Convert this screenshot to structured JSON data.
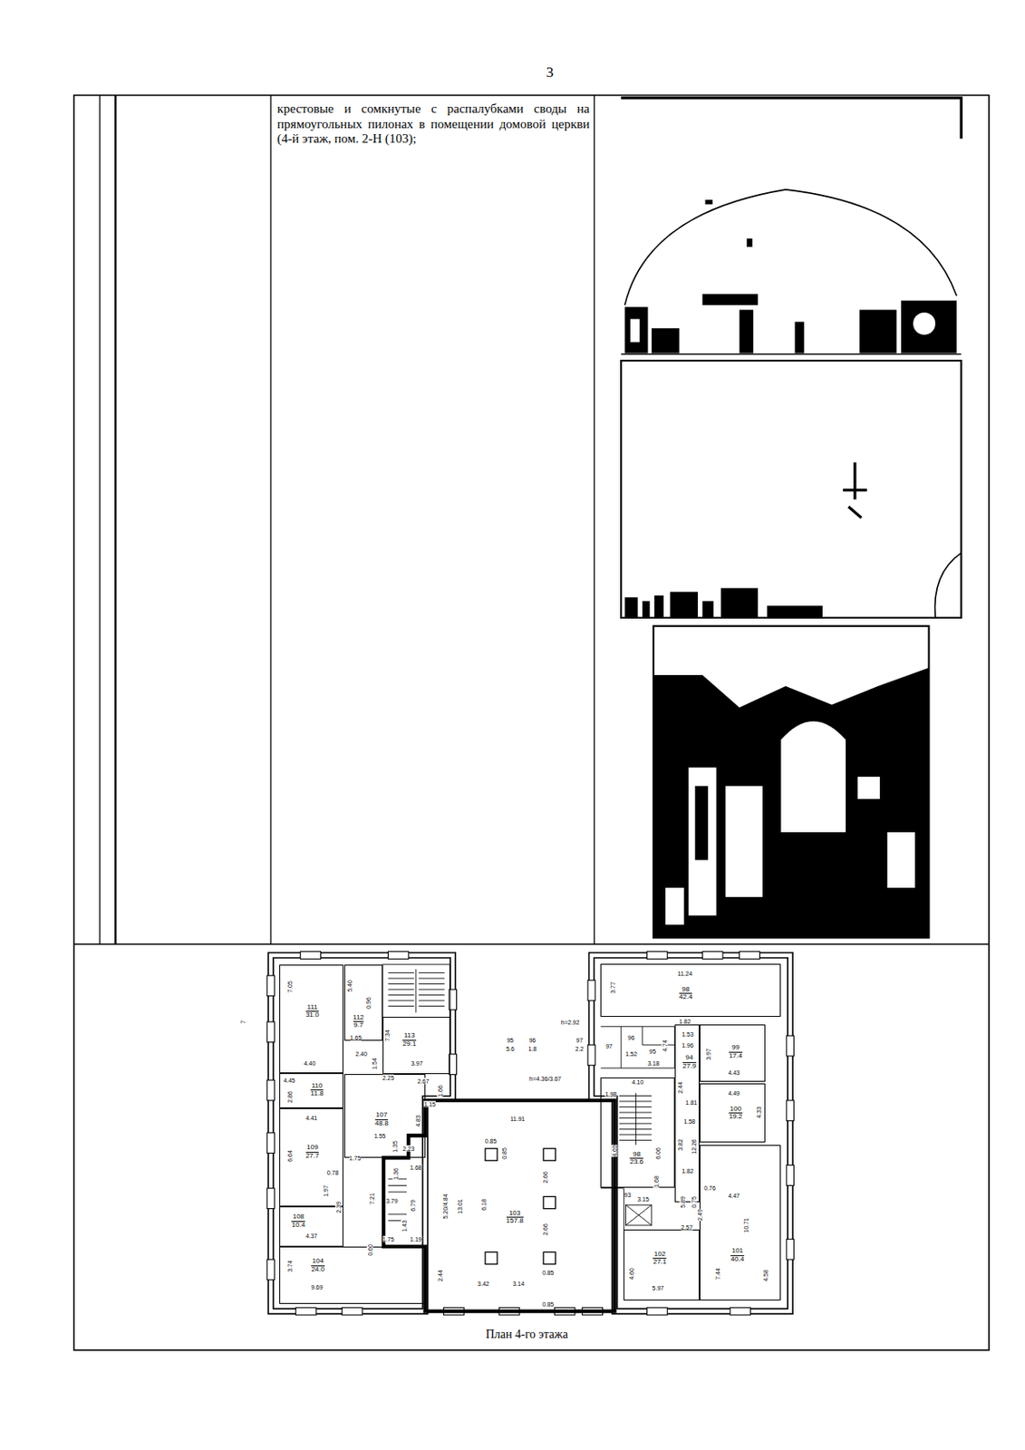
{
  "diagram": {
    "caption": "План 4-го этажа",
    "nodes": [
      {
        "text": [
          "крестовые и сомкнутые с распалубками своды на прямоугольных пилонах в помещении домовой церкви (4-й этаж, пом. 2-Н (103);"
        ]
      },
      {
        "text": [
          "111",
          "31.0"
        ]
      },
      {
        "text": [
          "112",
          "9.7"
        ]
      },
      {
        "text": [
          "113",
          "29.1"
        ]
      },
      {
        "text": [
          "110",
          "11.8"
        ]
      },
      {
        "text": [
          "107",
          "48.8"
        ]
      },
      {
        "text": [
          "109",
          "27.7"
        ]
      },
      {
        "text": [
          "108",
          "10.4"
        ]
      },
      {
        "text": [
          "104",
          "24.0"
        ]
      },
      {
        "text": [
          "103",
          "157.8"
        ]
      },
      {
        "text": [
          "98",
          "42.4"
        ]
      },
      {
        "text": [
          "99",
          "17.4"
        ]
      },
      {
        "text": [
          "100",
          "19.2"
        ]
      },
      {
        "text": [
          "94",
          "27.9"
        ]
      },
      {
        "text": [
          "101",
          "40.4"
        ]
      },
      {
        "text": [
          "102",
          "27.1"
        ]
      },
      {
        "text": [
          "98",
          "23.6"
        ]
      }
    ],
    "labels": [
      "3",
      "7",
      "7.05",
      "5.40",
      "0.96",
      "1.65",
      "7.34",
      "3.97",
      "4.40",
      "4.45",
      "2.86",
      "2.40",
      "1.54",
      "2.25",
      "2.67",
      "1.66",
      "1.15",
      "4.83",
      "4.41",
      "1.55",
      "2.23",
      "6.64",
      "1.75",
      "0.78",
      "1.97",
      "2.39",
      "4.37",
      "7.21",
      "1.35",
      "1.36",
      "1.68",
      "3.79",
      "6.79",
      "1.43",
      "1.75",
      "1.19",
      "0.60",
      "3.74",
      "9.69",
      "2.44",
      "11.91",
      "0.85",
      "0.85",
      "13.01",
      "6.18",
      "5.20/4.84",
      "2.66",
      "2.66",
      "0.85",
      "3.42",
      "3.14",
      "0.85",
      "h=2.92",
      "95",
      "5.6",
      "96",
      "1.8",
      "97",
      "2.2",
      "h=4.36/3.67",
      "11.24",
      "3.77",
      "1.82",
      "97",
      "96",
      "1.52",
      "95",
      "4.74",
      "3.18",
      "1.53",
      "1.96",
      "3.97",
      "4.43",
      "4.10",
      "1.98",
      "2.44",
      "1.81",
      "4.49",
      "4.33",
      "1.58",
      "3.82",
      "12.26",
      "4.69",
      "6.06",
      "1.82",
      "93",
      "3.15",
      "1.68",
      "4.47",
      "0.76",
      "0.75",
      "5.89",
      "10.71",
      "2.49",
      "2.57",
      "7.44",
      "4.58",
      "4.60",
      "5.97"
    ]
  }
}
